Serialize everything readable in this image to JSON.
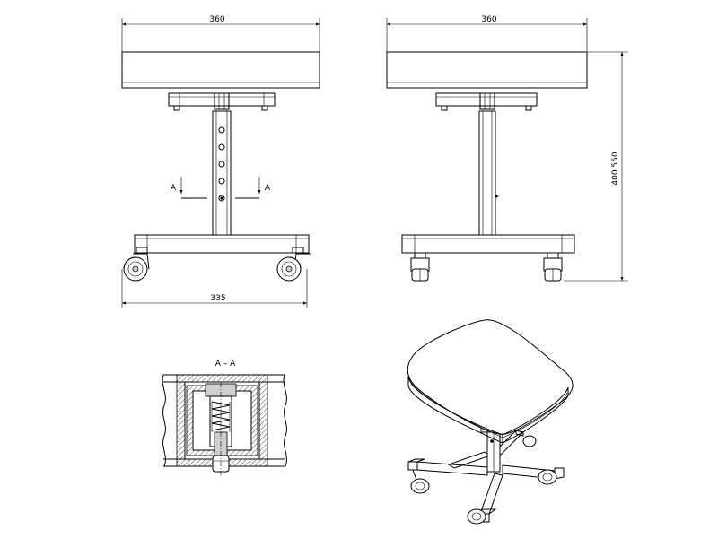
{
  "dimensions": {
    "front_seat_width": "360",
    "side_seat_width": "360",
    "base_width": "335",
    "height_range": "400.550"
  },
  "section": {
    "left_marker": "A",
    "right_marker": "A",
    "title": "A – A"
  }
}
